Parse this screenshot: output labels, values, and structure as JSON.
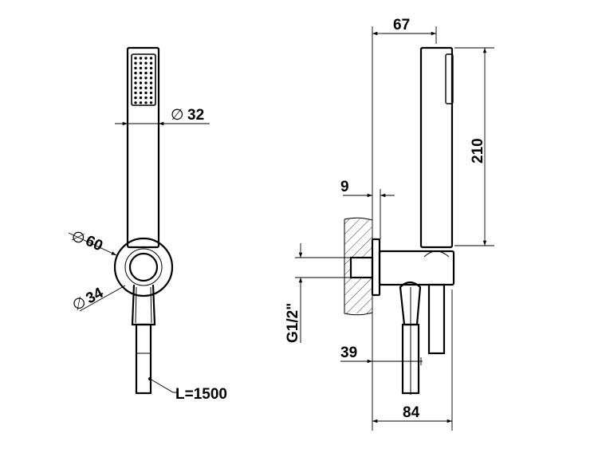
{
  "front_view": {
    "head_diameter": "32",
    "holder_outer_diameter": "60",
    "holder_inner_diameter": "34",
    "hose_length": "L=1500",
    "diameter_symbol": "∅"
  },
  "side_view": {
    "projection_from_wall": "67",
    "head_height": "210",
    "flange_thickness": "9",
    "thread_size": "G1/2\"",
    "hose_outlet_offset": "39",
    "overall_depth": "84"
  },
  "colors": {
    "line": "#000000",
    "background": "#ffffff"
  }
}
